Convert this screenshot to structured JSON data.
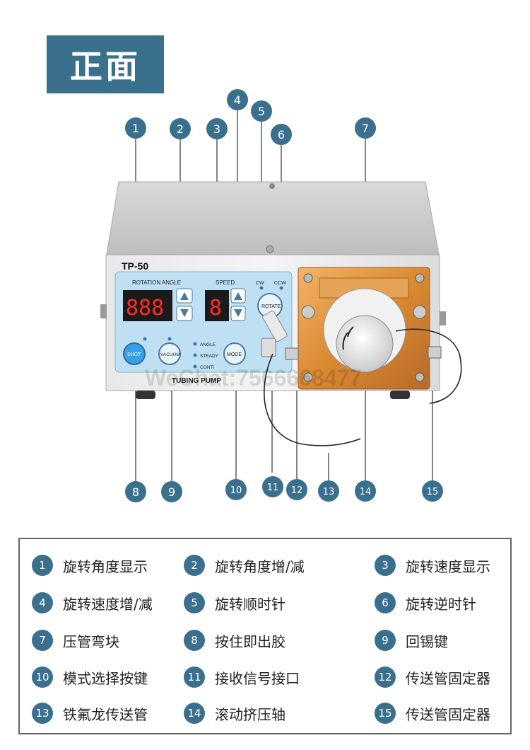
{
  "page_title": "正面",
  "device": {
    "model": "TP-50",
    "rotation_angle_label": "ROTATION ANGLE",
    "angle_display": "888",
    "speed_label": "SPEED",
    "speed_display": "8",
    "cw_label": "CW",
    "ccw_label": "CCW",
    "rotate_label": "ROTATE",
    "shot_label": "SHOT",
    "vacuum_label": "VACUUM",
    "mode_label": "MODE",
    "mode_options": [
      "ANGLE",
      "STEADY",
      "CONTI"
    ],
    "panel_name": "TUBING PUMP",
    "watermark": "WeChat:7566668477"
  },
  "callouts": [
    "1",
    "2",
    "3",
    "4",
    "5",
    "6",
    "7",
    "8",
    "9",
    "10",
    "11",
    "12",
    "13",
    "14",
    "15"
  ],
  "legend": [
    {
      "num": "1",
      "text": "旋转角度显示"
    },
    {
      "num": "2",
      "text": "旋转角度增/减"
    },
    {
      "num": "3",
      "text": "旋转速度显示"
    },
    {
      "num": "4",
      "text": "旋转速度增/减"
    },
    {
      "num": "5",
      "text": "旋转顺时针"
    },
    {
      "num": "6",
      "text": "旋转逆时针"
    },
    {
      "num": "7",
      "text": "压管弯块"
    },
    {
      "num": "8",
      "text": "按住即出胶"
    },
    {
      "num": "9",
      "text": "回锡键"
    },
    {
      "num": "10",
      "text": "模式选择按键"
    },
    {
      "num": "11",
      "text": "接收信号接口"
    },
    {
      "num": "12",
      "text": "传送管固定器"
    },
    {
      "num": "13",
      "text": "铁氟龙传送管"
    },
    {
      "num": "14",
      "text": "滚动挤压轴"
    },
    {
      "num": "15",
      "text": "传送管固定器"
    }
  ],
  "colors": {
    "accent": "#3b6f8e",
    "panel_blue": "#bfe0f3",
    "display_red": "#ff2a2a",
    "clamp_gold": "#d8923a"
  }
}
